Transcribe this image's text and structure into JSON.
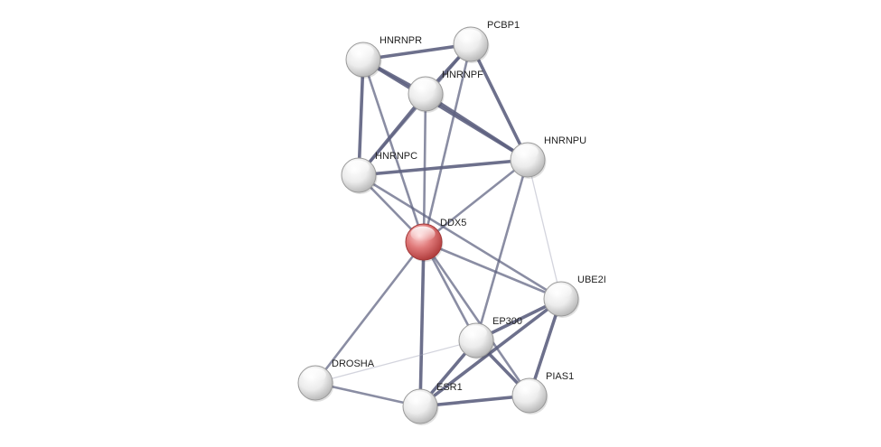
{
  "network": {
    "nodes": [
      {
        "id": "HNRNPR",
        "label": "HNRNPR",
        "query": false
      },
      {
        "id": "PCBP1",
        "label": "PCBP1",
        "query": false
      },
      {
        "id": "HNRNPF",
        "label": "HNRNPF",
        "query": false
      },
      {
        "id": "HNRNPU",
        "label": "HNRNPU",
        "query": false
      },
      {
        "id": "HNRNPC",
        "label": "HNRNPC",
        "query": false
      },
      {
        "id": "DDX5",
        "label": "DDX5",
        "query": true
      },
      {
        "id": "UBE2I",
        "label": "UBE2I",
        "query": false
      },
      {
        "id": "EP300",
        "label": "EP300",
        "query": false
      },
      {
        "id": "DROSHA",
        "label": "DROSHA",
        "query": false
      },
      {
        "id": "ESR1",
        "label": "ESR1",
        "query": false
      },
      {
        "id": "PIAS1",
        "label": "PIAS1",
        "query": false
      }
    ],
    "edges": [
      {
        "source": "HNRNPR",
        "target": "PCBP1",
        "strength": "strong"
      },
      {
        "source": "HNRNPR",
        "target": "HNRNPF",
        "strength": "strong"
      },
      {
        "source": "HNRNPR",
        "target": "HNRNPC",
        "strength": "strong"
      },
      {
        "source": "HNRNPR",
        "target": "HNRNPU",
        "strength": "strong"
      },
      {
        "source": "HNRNPR",
        "target": "DDX5",
        "strength": "medium"
      },
      {
        "source": "PCBP1",
        "target": "HNRNPF",
        "strength": "strong"
      },
      {
        "source": "PCBP1",
        "target": "HNRNPU",
        "strength": "strong"
      },
      {
        "source": "PCBP1",
        "target": "DDX5",
        "strength": "medium"
      },
      {
        "source": "PCBP1",
        "target": "HNRNPC",
        "strength": "medium"
      },
      {
        "source": "HNRNPF",
        "target": "HNRNPU",
        "strength": "strong"
      },
      {
        "source": "HNRNPF",
        "target": "HNRNPC",
        "strength": "strong"
      },
      {
        "source": "HNRNPF",
        "target": "DDX5",
        "strength": "medium"
      },
      {
        "source": "HNRNPU",
        "target": "HNRNPC",
        "strength": "strong"
      },
      {
        "source": "HNRNPU",
        "target": "DDX5",
        "strength": "medium"
      },
      {
        "source": "HNRNPU",
        "target": "EP300",
        "strength": "medium"
      },
      {
        "source": "HNRNPU",
        "target": "UBE2I",
        "strength": "weak"
      },
      {
        "source": "HNRNPC",
        "target": "DDX5",
        "strength": "medium"
      },
      {
        "source": "HNRNPC",
        "target": "UBE2I",
        "strength": "medium"
      },
      {
        "source": "DDX5",
        "target": "UBE2I",
        "strength": "medium"
      },
      {
        "source": "DDX5",
        "target": "EP300",
        "strength": "medium"
      },
      {
        "source": "DDX5",
        "target": "ESR1",
        "strength": "strong"
      },
      {
        "source": "DDX5",
        "target": "DROSHA",
        "strength": "medium"
      },
      {
        "source": "DDX5",
        "target": "PIAS1",
        "strength": "medium"
      },
      {
        "source": "UBE2I",
        "target": "EP300",
        "strength": "strong"
      },
      {
        "source": "UBE2I",
        "target": "ESR1",
        "strength": "strong"
      },
      {
        "source": "UBE2I",
        "target": "PIAS1",
        "strength": "strong"
      },
      {
        "source": "EP300",
        "target": "ESR1",
        "strength": "strong"
      },
      {
        "source": "EP300",
        "target": "PIAS1",
        "strength": "strong"
      },
      {
        "source": "EP300",
        "target": "DROSHA",
        "strength": "weak"
      },
      {
        "source": "ESR1",
        "target": "PIAS1",
        "strength": "strong"
      },
      {
        "source": "ESR1",
        "target": "DROSHA",
        "strength": "medium"
      }
    ]
  },
  "colors": {
    "edge": "#5d6180",
    "node_fill": "#e6e6e6",
    "node_stroke": "#9a9a9a",
    "query_fill": "#d46a6a",
    "query_stroke": "#a33a3a",
    "label": "#222222"
  }
}
